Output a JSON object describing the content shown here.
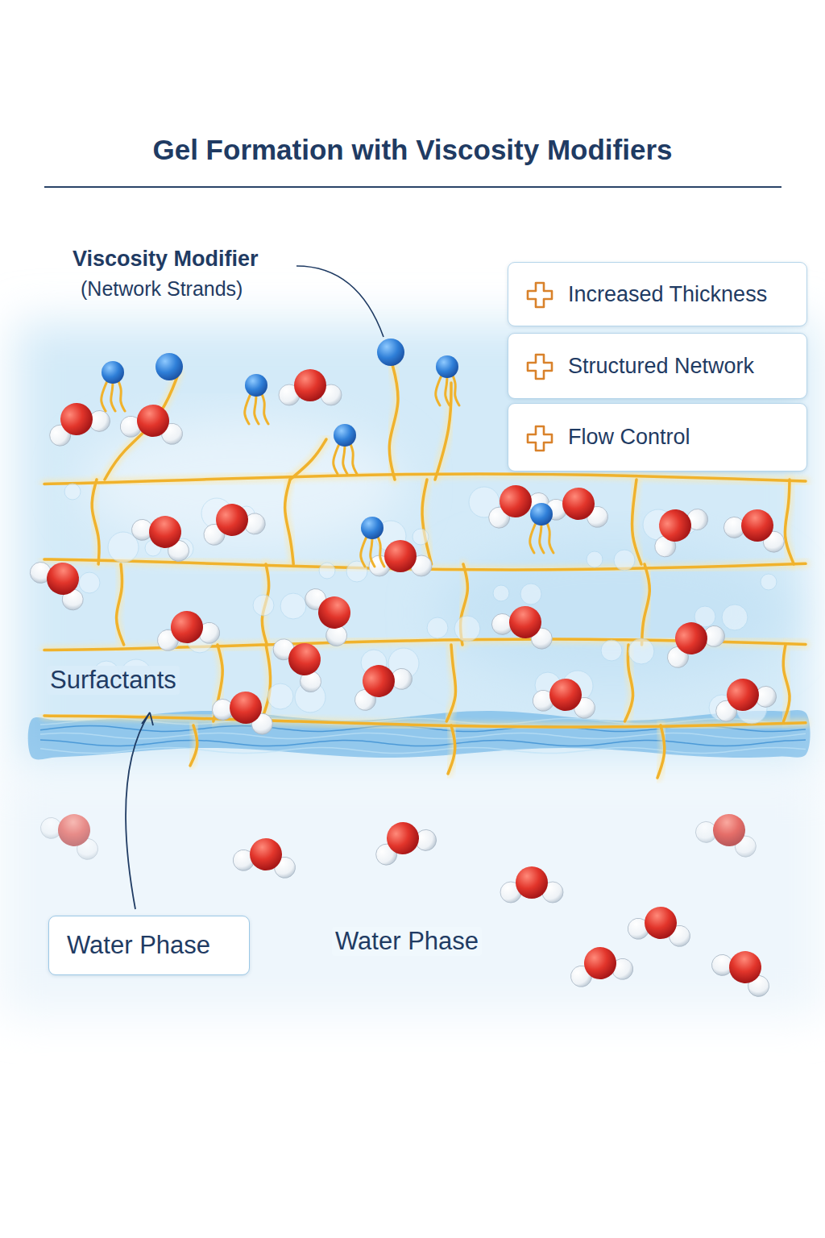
{
  "diagram": {
    "title": "Gel Formation with Viscosity Modifiers",
    "nodes": [
      {
        "text": [
          "Increased Thickness"
        ]
      },
      {
        "text": [
          "Structured Network"
        ]
      },
      {
        "text": [
          "Flow Control"
        ]
      },
      {
        "text": [
          "Water Phase"
        ]
      }
    ],
    "labels": [
      "Viscosity Modifier",
      "(Network Strands)",
      "Surfactants",
      "Water Phase"
    ]
  }
}
